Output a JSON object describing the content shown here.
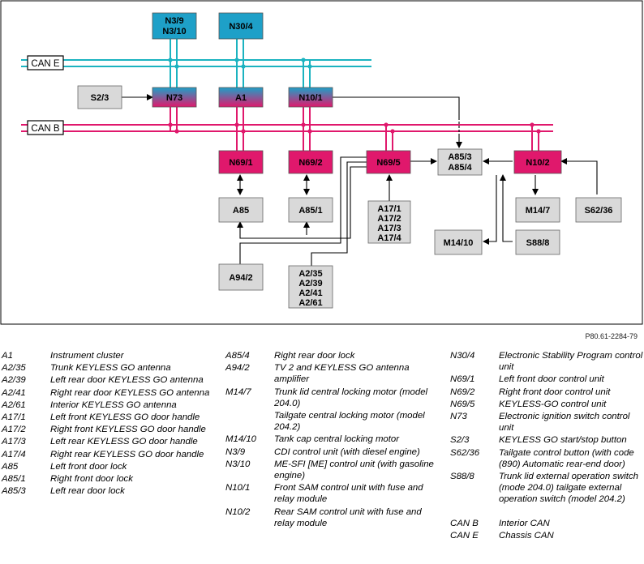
{
  "figure_code": "P80.61-2284-79",
  "buses": {
    "can_e": "CAN E",
    "can_b": "CAN B"
  },
  "colors": {
    "can_e_line": "#1bb3c0",
    "can_b_line": "#e0186c",
    "n_box_top": "#1ea0c8",
    "n_box_bottom": "#e0186c",
    "gray_box": "#d9d9d9"
  },
  "boxes": {
    "n3_9": "N3/9",
    "n3_10": "N3/10",
    "n30_4": "N30/4",
    "s2_3": "S2/3",
    "n73": "N73",
    "a1": "A1",
    "n10_1": "N10/1",
    "n69_1": "N69/1",
    "n69_2": "N69/2",
    "n69_5": "N69/5",
    "a85_3": "A85/3",
    "a85_4": "A85/4",
    "n10_2": "N10/2",
    "a85": "A85",
    "a85_1": "A85/1",
    "a17_1": "A17/1",
    "a17_2": "A17/2",
    "a17_3": "A17/3",
    "a17_4": "A17/4",
    "m14_7": "M14/7",
    "s62_36": "S62/36",
    "m14_10": "M14/10",
    "s88_8": "S88/8",
    "a94_2": "A94/2",
    "a2_35": "A2/35",
    "a2_39": "A2/39",
    "a2_41": "A2/41",
    "a2_61": "A2/61"
  },
  "legend": {
    "col1": [
      {
        "code": "A1",
        "desc": "Instrument cluster"
      },
      {
        "code": "A2/35",
        "desc": "Trunk KEYLESS GO antenna"
      },
      {
        "code": "A2/39",
        "desc": "Left rear door KEYLESS GO antenna"
      },
      {
        "code": "A2/41",
        "desc": "Right rear door KEYLESS GO antenna"
      },
      {
        "code": "A2/61",
        "desc": "Interior KEYLESS GO antenna"
      },
      {
        "code": "A17/1",
        "desc": "Left front KEYLESS GO door handle"
      },
      {
        "code": "A17/2",
        "desc": "Right front KEYLESS GO door handle"
      },
      {
        "code": "A17/3",
        "desc": "Left rear KEYLESS GO door handle"
      },
      {
        "code": "A17/4",
        "desc": "Right rear KEYLESS GO door handle"
      },
      {
        "code": "A85",
        "desc": "Left front door lock"
      },
      {
        "code": "A85/1",
        "desc": "Right front door lock"
      },
      {
        "code": "A85/3",
        "desc": "Left rear door lock"
      }
    ],
    "col2": [
      {
        "code": "A85/4",
        "desc": "Right rear door lock"
      },
      {
        "code": "A94/2",
        "desc": "TV 2 and KEYLESS GO antenna amplifier"
      },
      {
        "code": "M14/7",
        "desc": "Trunk lid central locking motor (model 204.0)"
      },
      {
        "code": "",
        "desc": "Tailgate central locking motor (model 204.2)"
      },
      {
        "code": "M14/10",
        "desc": "Tank cap central locking motor"
      },
      {
        "code": "N3/9",
        "desc": "CDI control unit (with diesel engine)"
      },
      {
        "code": "N3/10",
        "desc": "ME-SFI [ME] control unit (with gasoline engine)"
      },
      {
        "code": "N10/1",
        "desc": "Front SAM control unit with fuse and relay module"
      },
      {
        "code": "N10/2",
        "desc": "Rear SAM control unit with fuse and relay module"
      }
    ],
    "col3": [
      {
        "code": "N30/4",
        "desc": "Electronic Stability Program control unit"
      },
      {
        "code": "N69/1",
        "desc": "Left front door control unit"
      },
      {
        "code": "N69/2",
        "desc": "Right front door control unit"
      },
      {
        "code": "N69/5",
        "desc": "KEYLESS-GO control unit"
      },
      {
        "code": "N73",
        "desc": "Electronic ignition switch control unit"
      },
      {
        "code": "S2/3",
        "desc": "KEYLESS GO start/stop button"
      },
      {
        "code": "S62/36",
        "desc": "Tailgate control button (with code (890) Automatic rear-end door)"
      },
      {
        "code": "S88/8",
        "desc": "Trunk lid external operation switch (mode 204.0) tailgate external operation switch (model 204.2)"
      },
      {
        "code": "",
        "desc": ""
      },
      {
        "code": "CAN B",
        "desc": "Interior CAN"
      },
      {
        "code": "CAN E",
        "desc": "Chassis CAN"
      }
    ]
  }
}
